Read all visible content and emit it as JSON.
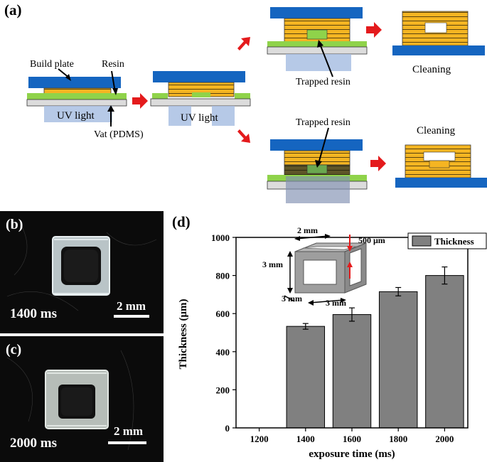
{
  "panel_a": {
    "label": "(a)",
    "build_plate_label": "Build plate",
    "resin_label": "Resin",
    "uv_light_label": "UV light",
    "vat_label": "Vat (PDMS)",
    "trapped_resin_label": "Trapped resin",
    "cleaning_label": "Cleaning",
    "colors": {
      "plate": "#1565c0",
      "resin": "#f5b522",
      "vat_green": "#8fd34a",
      "uv": "#a9c0e3",
      "arrow": "#e41a1c"
    }
  },
  "panel_b": {
    "label": "(b)",
    "time": "1400 ms",
    "scale": "2 mm"
  },
  "panel_c": {
    "label": "(c)",
    "time": "2000 ms",
    "scale": "2 mm"
  },
  "panel_d": {
    "label": "(d)",
    "inset": {
      "top_dim": "2 mm",
      "side_dim": "3 mm",
      "bottom_left_dim": "3 mm",
      "bottom_right_dim": "3 mm",
      "thickness": "500 μm"
    }
  },
  "chart_data": {
    "type": "bar",
    "categories": [
      "1200",
      "1400",
      "1600",
      "1800",
      "2000"
    ],
    "series": [
      {
        "name": "Thickness",
        "values": [
          null,
          533,
          595,
          715,
          800
        ],
        "errors": [
          null,
          15,
          35,
          22,
          45
        ]
      }
    ],
    "xlabel": "exposure time (ms)",
    "ylabel": "Thickness (μm)",
    "ylim": [
      0,
      1000
    ],
    "yticks": [
      0,
      200,
      400,
      600,
      800,
      1000
    ],
    "legend_position": "top-right",
    "bar_color": "#808080"
  }
}
